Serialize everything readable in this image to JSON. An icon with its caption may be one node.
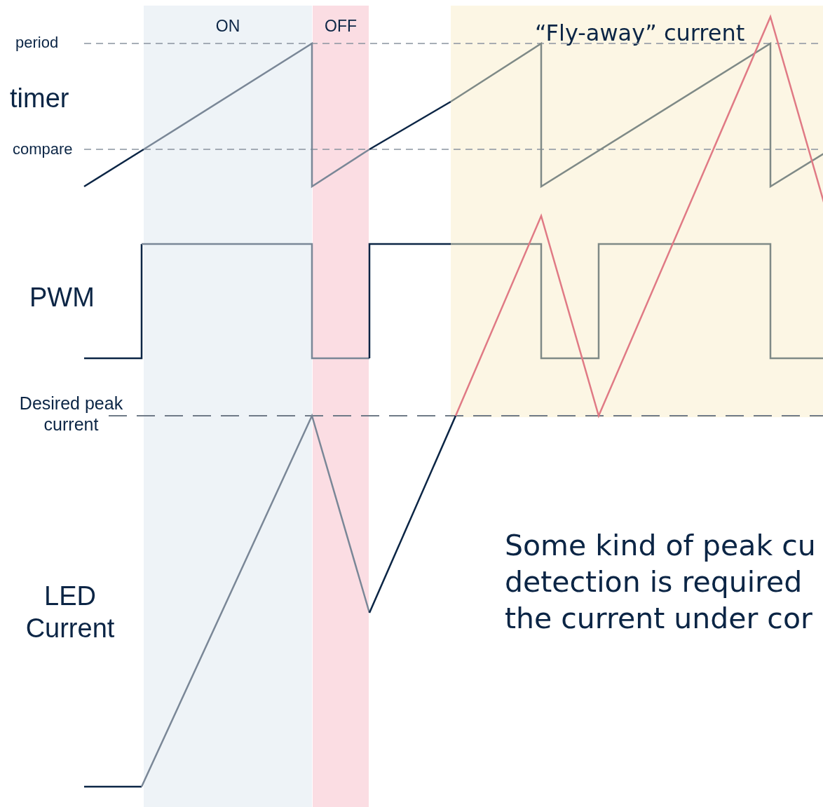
{
  "diagram": {
    "nodes": [
      {
        "text": [
          "ON"
        ]
      },
      {
        "text": [
          "OFF"
        ]
      },
      {
        "text": [
          "“Fly-away” current"
        ]
      }
    ],
    "labels": [
      "period",
      "timer",
      "compare",
      "PWM",
      "Desired peak current",
      "LED Current",
      "Some kind of peak cu detection is required the current under cor"
    ]
  }
}
